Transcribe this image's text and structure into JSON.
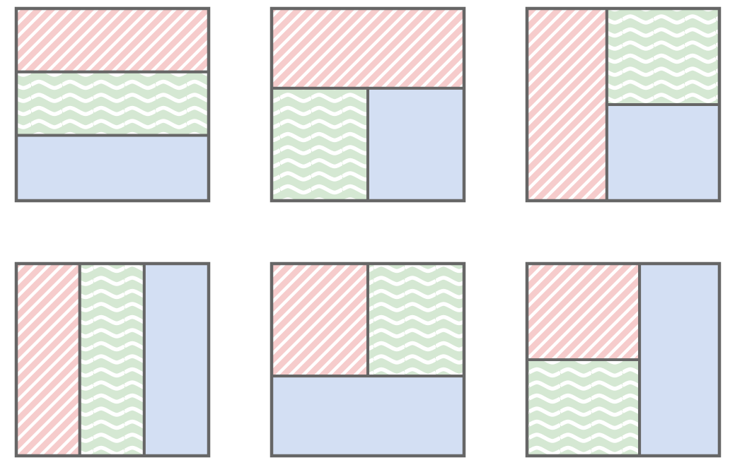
{
  "colors": {
    "red": "#f6cccc",
    "green": "#d5e8d3",
    "blue": "#d3dff3",
    "border": "#666666",
    "background": "#ffffff"
  },
  "fills": {
    "red": "diagonal-stripes",
    "green": "horizontal-waves",
    "blue": "solid"
  },
  "layouts": [
    {
      "name": "three-horizontal-bands",
      "regions": [
        "red",
        "green",
        "blue"
      ]
    },
    {
      "name": "top-band-two-bottom-columns",
      "regions": [
        "red",
        "green",
        "blue"
      ]
    },
    {
      "name": "left-column-two-right-rows",
      "regions": [
        "red",
        "green",
        "blue"
      ]
    },
    {
      "name": "three-vertical-columns",
      "regions": [
        "red",
        "green",
        "blue"
      ]
    },
    {
      "name": "two-top-columns-bottom-band",
      "regions": [
        "red",
        "green",
        "blue"
      ]
    },
    {
      "name": "two-left-rows-right-column",
      "regions": [
        "red",
        "green",
        "blue"
      ]
    }
  ]
}
